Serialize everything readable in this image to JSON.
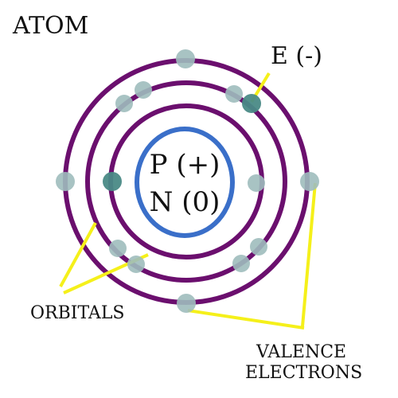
{
  "title": "ATOM",
  "electron_label": "E (-)",
  "nucleus": {
    "protons_label": "P (+)",
    "neutrons_label": "N (0)"
  },
  "orbitals_label": "ORBITALS",
  "valence_label": {
    "line1": "VALENCE",
    "line2": "ELECTRONS"
  },
  "colors": {
    "orbital": "#6b0f6e",
    "nucleus": "#3a6fc9",
    "electron_light": "#9fbcbc",
    "electron_dark": "#4a8a86",
    "pointer": "#f5f01a",
    "text": "#111111"
  }
}
